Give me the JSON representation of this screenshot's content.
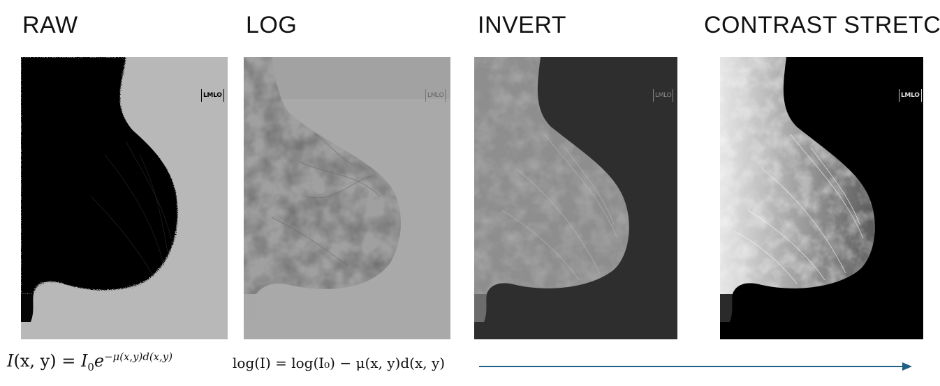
{
  "panels": [
    {
      "id": "raw",
      "title": "RAW",
      "tag": "LMLO",
      "tissue": "#000000",
      "background": "#b8b8b8"
    },
    {
      "id": "log",
      "title": "LOG",
      "tag": "LMLO",
      "tissue": "#a4a4a4",
      "background": "#a9a9a9"
    },
    {
      "id": "invert",
      "title": "INVERT",
      "tag": "LMLO",
      "tissue": "#8e8e8e",
      "background": "#2e2e2e"
    },
    {
      "id": "contrast",
      "title": "CONTRAST STRETCH",
      "tag": "LMLO",
      "tissue": "#bdbdbd",
      "background": "#000000"
    }
  ],
  "formulas": {
    "raw": {
      "I": "I",
      "xy": "(x, y)",
      "eq": " = ",
      "I0": "I",
      "zero": "0",
      "e": "e",
      "exponent": "−μ(x,y)d(x,y)"
    },
    "log": {
      "text": "log(I) = log(I₀) − μ(x, y)d(x, y)"
    }
  },
  "arrow_color": "#1f5f86"
}
